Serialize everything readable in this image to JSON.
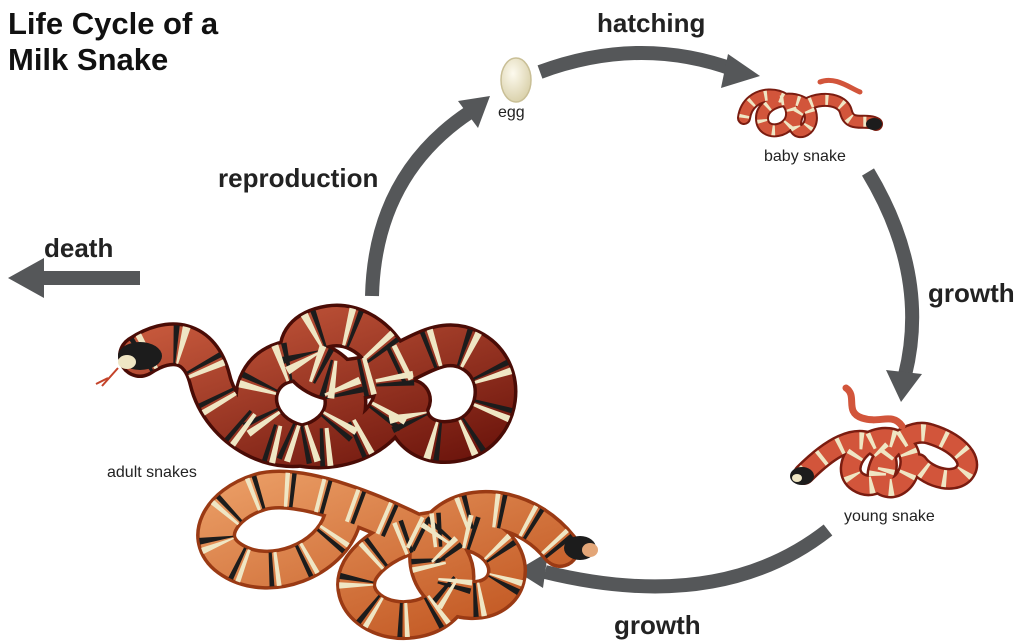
{
  "title": {
    "line1": "Life Cycle of a",
    "line2": "Milk Snake"
  },
  "stages": {
    "egg": "egg",
    "baby": "baby snake",
    "young": "young snake",
    "adult": "adult snakes"
  },
  "transitions": {
    "hatching": "hatching",
    "growth_1": "growth",
    "growth_2": "growth",
    "reproduction": "reproduction",
    "death": "death"
  },
  "colors": {
    "arrow": "#555759",
    "snake_red": "#c4432a",
    "snake_dark_red": "#7e1d12",
    "snake_orange": "#d9722e",
    "snake_cream": "#eee6c6",
    "snake_black": "#1c1c1c",
    "egg": "#f2ecd2"
  }
}
